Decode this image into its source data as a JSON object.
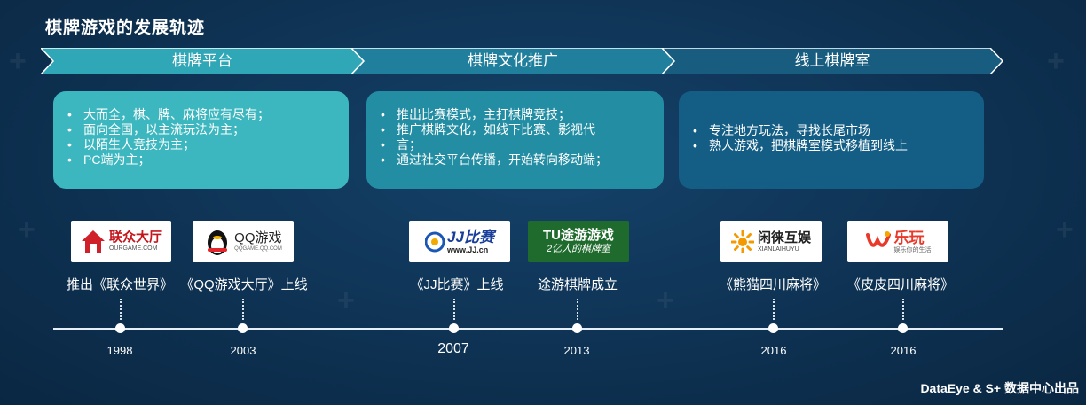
{
  "title": "棋牌游戏的发展轨迹",
  "stages": [
    {
      "label": "棋牌平台"
    },
    {
      "label": "棋牌文化推广"
    },
    {
      "label": "线上棋牌室"
    }
  ],
  "boxes": [
    {
      "color": "#3db7bf",
      "items": [
        "大而全，棋、牌、麻将应有尽有；",
        "面向全国，以主流玩法为主；",
        "以陌生人竞技为主；",
        "PC端为主；"
      ]
    },
    {
      "color": "#238da3",
      "items": [
        "推出比赛模式，主打棋牌竞技；",
        "推广棋牌文化，如线下比赛、影视代",
        "言；",
        "通过社交平台传播，开始转向移动端；"
      ]
    },
    {
      "color": "#145e86",
      "items": [
        "专注地方玩法，寻找长尾市场",
        "熟人游戏，把棋牌室模式移植到线上"
      ]
    }
  ],
  "logos": [
    {
      "main": "联众大厅",
      "sub": "OURGAME.COM",
      "icon": "house-icon"
    },
    {
      "main": "QQ游戏",
      "sub": "QQGAME.QQ.COM",
      "icon": "penguin-icon"
    },
    {
      "main": "JJ比赛",
      "sub": "www.JJ.cn",
      "icon": "jj-icon"
    },
    {
      "main": "TU途游游戏",
      "sub": "2亿人的棋牌室",
      "icon": "tu-icon"
    },
    {
      "main": "闲徕互娱",
      "sub": "XIANLAIHUYU",
      "icon": "sun-icon"
    },
    {
      "main": "乐玩",
      "sub": "娱乐你的生活",
      "icon": "w-icon"
    }
  ],
  "events": [
    "推出《联众世界》",
    "《QQ游戏大厅》上线",
    "《JJ比赛》上线",
    "途游棋牌成立",
    "《熊猫四川麻将》",
    "《皮皮四川麻将》"
  ],
  "years": [
    "1998",
    "2003",
    "2007",
    "2013",
    "2016",
    "2016"
  ],
  "footer": "DataEye & S+ 数据中心出品"
}
